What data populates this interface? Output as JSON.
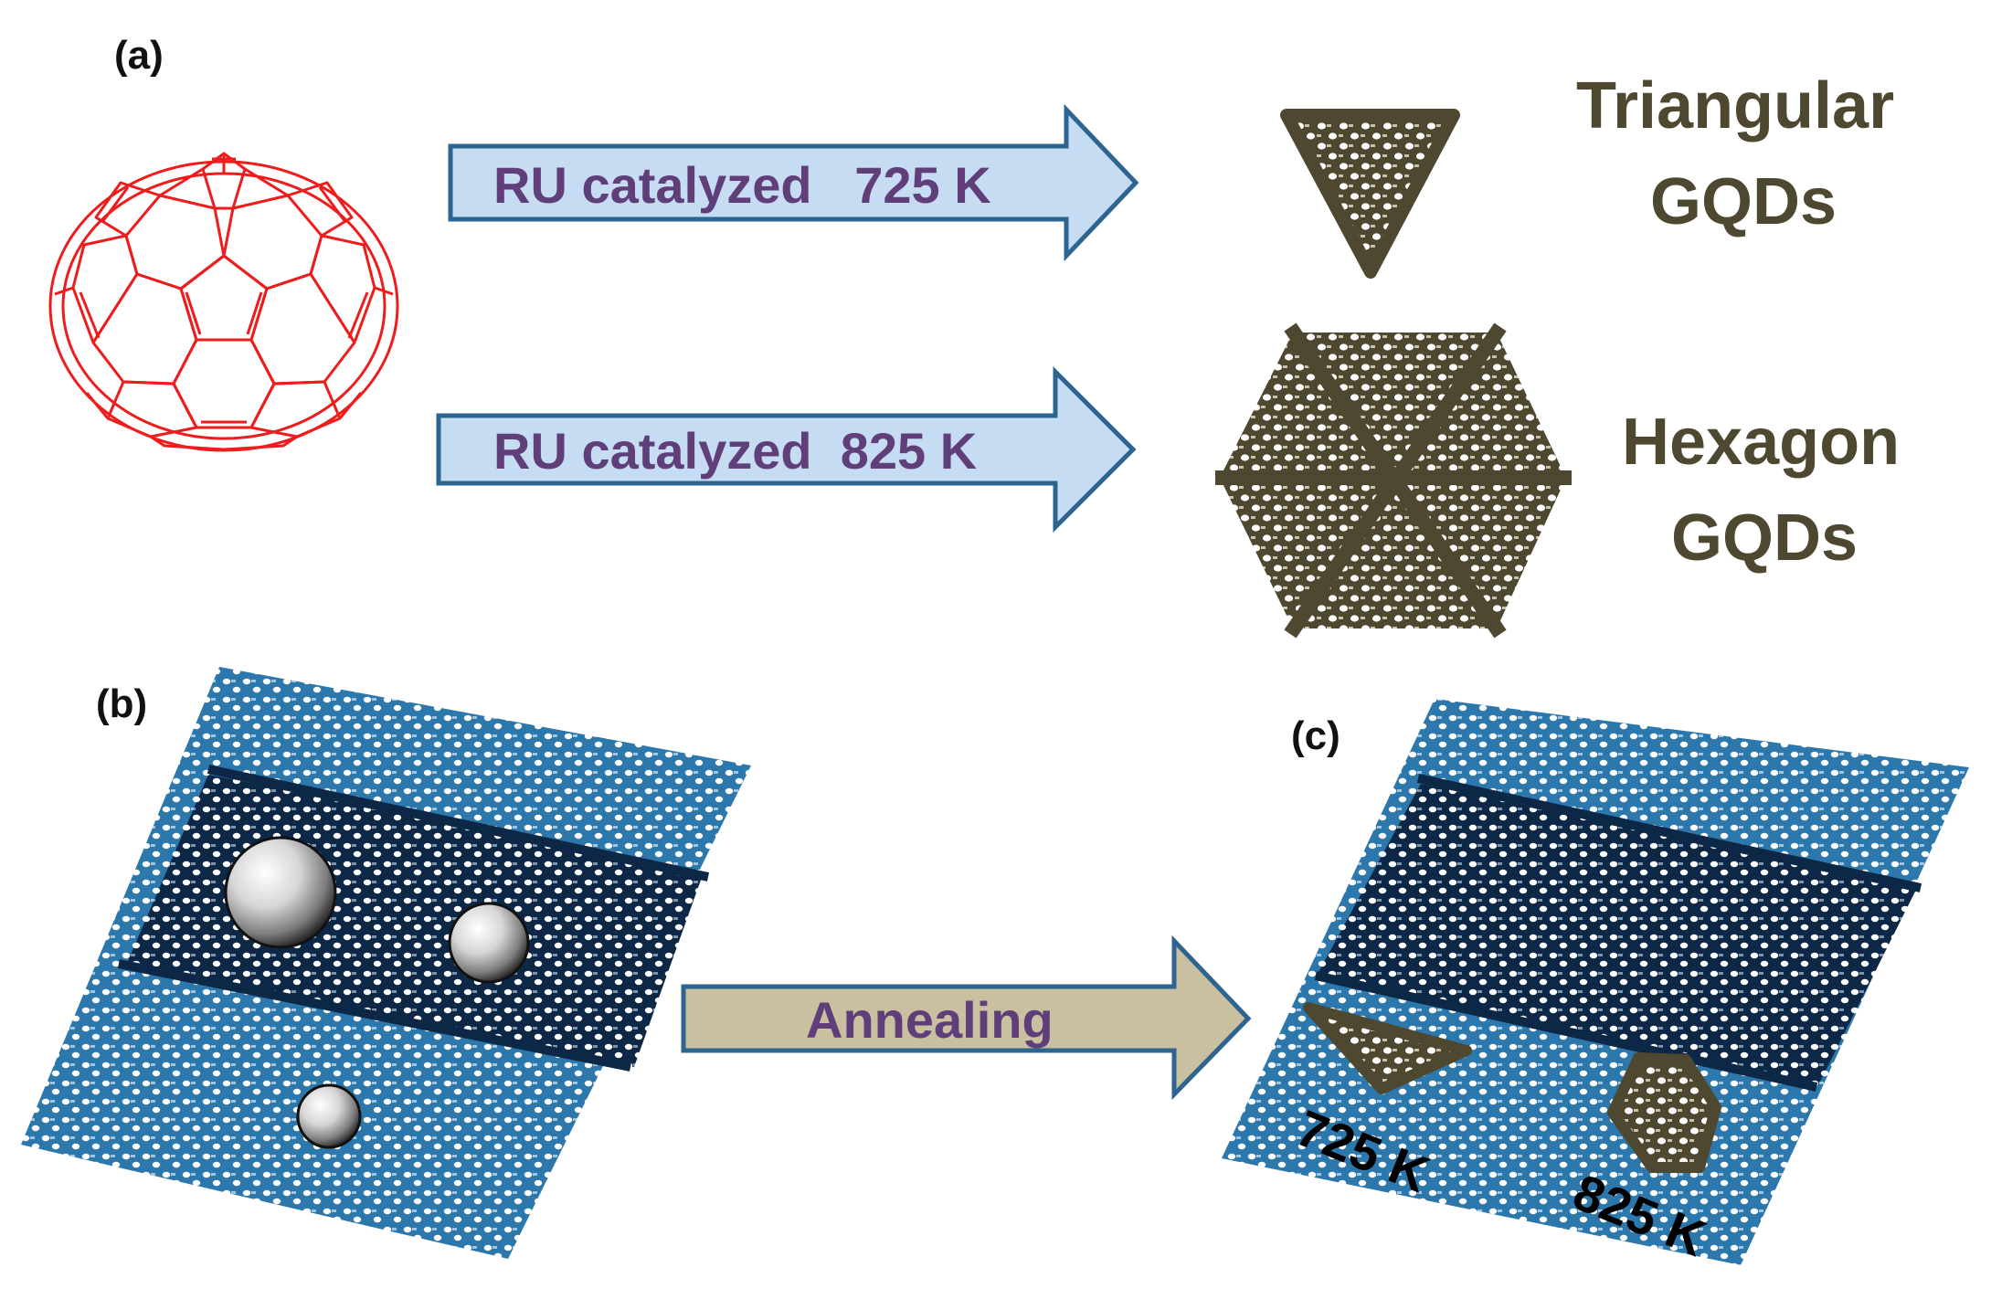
{
  "panels": {
    "a": "(a)",
    "b": "(b)",
    "c": "(c)"
  },
  "arrows": {
    "upper": "RU catalyzed   725 K",
    "lower": "RU catalyzed  825 K",
    "annealing": "Annealing"
  },
  "products": {
    "triangular_line1": "Triangular",
    "triangular_line2": "GQDs",
    "hexagon_line1": "Hexagon",
    "hexagon_line2": "GQDs"
  },
  "temps": {
    "triangle": "725 K",
    "hexagon": "825 K"
  },
  "colors": {
    "fullerene": "#ee1c1c",
    "arrow_fill": "#c5dcf2",
    "arrow_stroke": "#2e6490",
    "annealing_fill": "#c8c0a0",
    "annealing_stroke": "#2e6490",
    "gqd": "#4f4830",
    "sheet_light": "#2c78ac",
    "sheet_dark": "#0d2746",
    "arrow_text": "#5f3e7a"
  }
}
